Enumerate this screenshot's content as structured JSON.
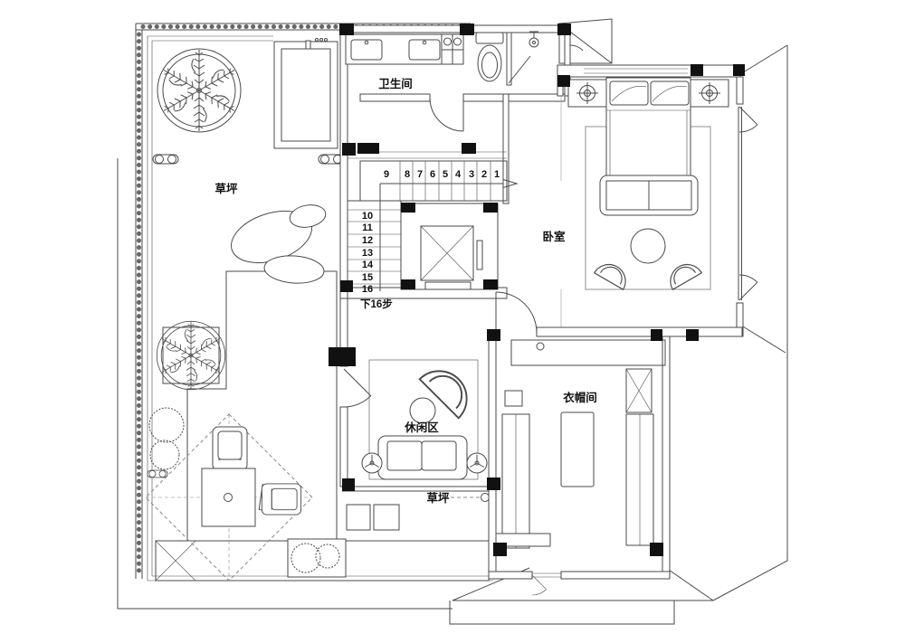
{
  "rooms": {
    "lawn_upper": {
      "label": "草坪"
    },
    "bathroom": {
      "label": "卫生间"
    },
    "bedroom": {
      "label": "卧室"
    },
    "cloakroom": {
      "label": "衣帽间"
    },
    "leisure": {
      "label": "休闲区"
    },
    "lawn_lower": {
      "label": "草坪"
    }
  },
  "stairs": {
    "upper_run_numbers": [
      "9",
      "8",
      "7",
      "6",
      "5",
      "4",
      "3",
      "2",
      "1"
    ],
    "lower_run_numbers": [
      "10",
      "11",
      "12",
      "13",
      "14",
      "15",
      "16"
    ],
    "note": "下16步"
  },
  "drawing": {
    "line_color": "#4a4a4a",
    "column_color": "#111111",
    "background": "#ffffff"
  },
  "icons": {
    "palm_tree": "palm-tree-plan-icon",
    "shrub": "shrub-dotted-icon",
    "toilet": "toilet-icon",
    "sink": "sink-icon",
    "shower": "shower-head-icon",
    "bed": "double-bed-icon",
    "ceiling_lamp": "ceiling-lamp-icon",
    "ceiling_fan": "ceiling-fan-icon",
    "sofa": "sofa-icon",
    "armchair": "armchair-icon",
    "tub_chair": "tub-chair-icon",
    "round_table": "round-table-icon",
    "elevator": "elevator-shaft-icon",
    "wardrobe": "wardrobe-hatch-icon",
    "stone": "landscape-stone-icon",
    "fence": "railing-icon",
    "stair_arrow": "stair-direction-arrow-icon",
    "wall_sconce": "wall-sconce-icon"
  }
}
